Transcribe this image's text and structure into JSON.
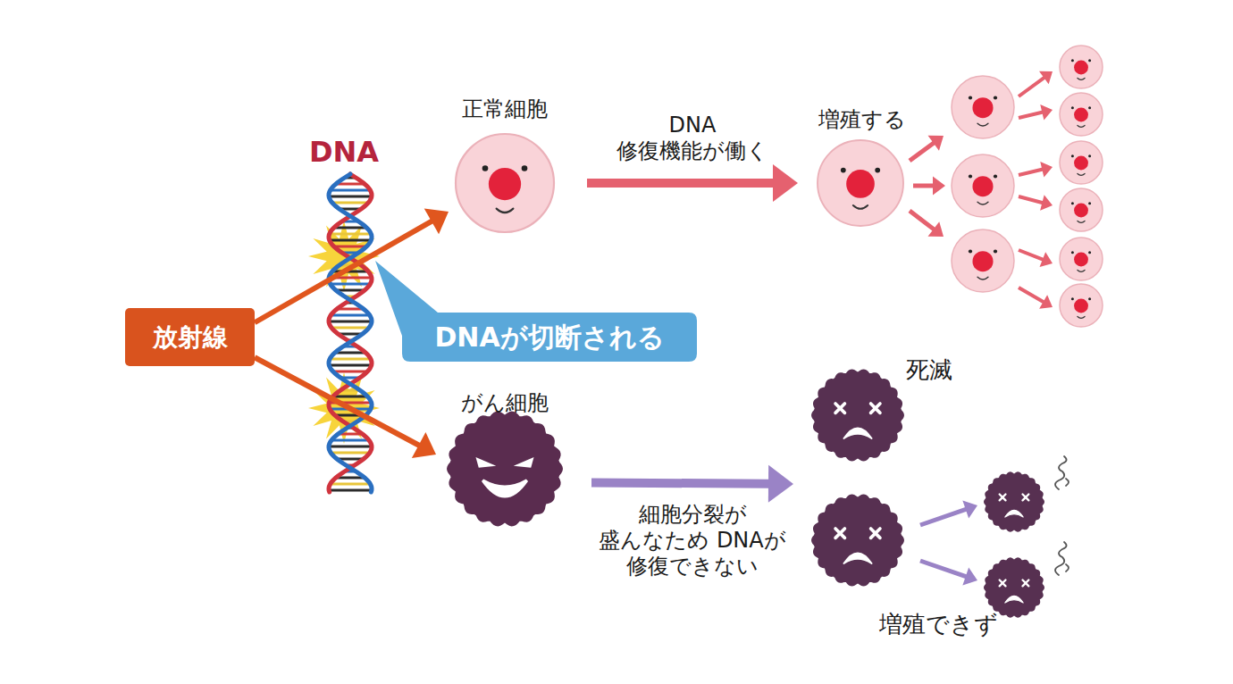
{
  "diagram": {
    "nodes": [
      {
        "text": [
          "放射線"
        ]
      },
      {
        "text": [
          "DNAが切断される"
        ]
      },
      {
        "text": [
          "正常細胞"
        ]
      },
      {
        "text": [
          "増殖する"
        ]
      },
      {
        "text": [
          "がん細胞"
        ]
      },
      {
        "text": [
          "死滅"
        ]
      },
      {
        "text": [
          "増殖できず"
        ]
      }
    ],
    "edges": [
      {
        "from": 0,
        "to": 2,
        "arrow": "to"
      },
      {
        "from": 0,
        "to": 4,
        "arrow": "to"
      },
      {
        "from": 2,
        "to": 3,
        "label": "DNA 修復機能が働く",
        "arrow": "to"
      },
      {
        "from": 4,
        "to": 5,
        "label": "細胞分裂が 盛んなため DNAが 修復できない",
        "arrow": "to"
      }
    ],
    "labels": [
      "DNA"
    ]
  }
}
